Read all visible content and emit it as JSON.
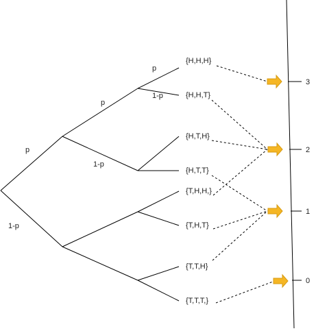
{
  "branch_labels": {
    "p_root_upper": "p",
    "q_root_lower": "1-p",
    "p_level2_upper": "p",
    "q_level2_lower": "1-p",
    "p_level3_upper": "p",
    "q_level3_lower": "1-p"
  },
  "outcomes": [
    "{H,H,H}",
    "{H,H,T}",
    "{H,T,H}",
    "{H,T,T}",
    "{T,H,H,}",
    "{T,H,T}",
    "{T,T,H}",
    "{T,T,T,}"
  ],
  "axis_values": [
    "3",
    "2",
    "1",
    "0"
  ],
  "colors": {
    "arrow_fill": "#f5b624",
    "arrow_stroke": "#d79b12",
    "line": "#000000"
  }
}
